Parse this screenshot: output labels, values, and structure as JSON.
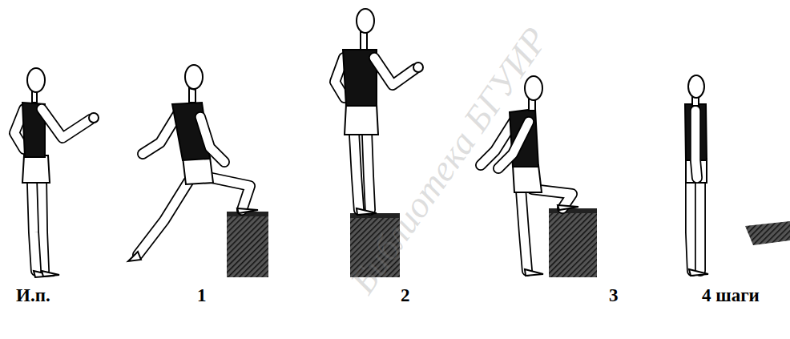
{
  "diagram": {
    "labels": [
      "И.п.",
      "1",
      "2",
      "3",
      "4 шаги",
      "Библиотека БГУИР"
    ]
  }
}
